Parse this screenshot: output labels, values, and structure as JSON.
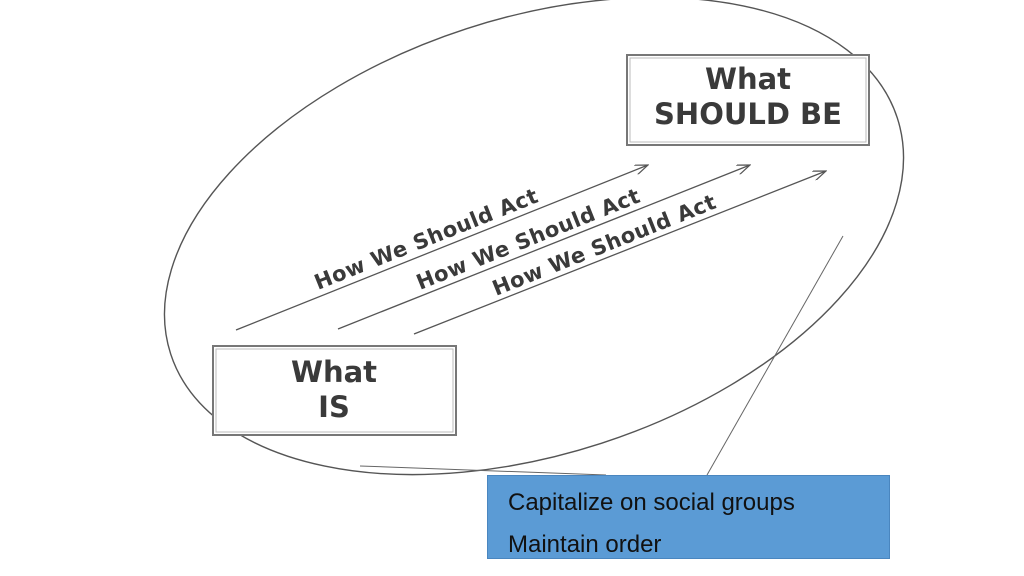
{
  "what_is": {
    "line1": "What",
    "line2": "IS"
  },
  "what_should_be": {
    "line1": "What",
    "line2": "SHOULD BE"
  },
  "arrows": [
    {
      "label": "How We Should Act"
    },
    {
      "label": "How We Should Act"
    },
    {
      "label": "How We Should Act"
    }
  ],
  "callout": {
    "items": [
      "Capitalize on social groups",
      "Maintain order"
    ],
    "color": "#5b9bd5"
  },
  "colors": {
    "outline": "#555555",
    "text": "#3a3a3a",
    "box_border": "#777777"
  }
}
